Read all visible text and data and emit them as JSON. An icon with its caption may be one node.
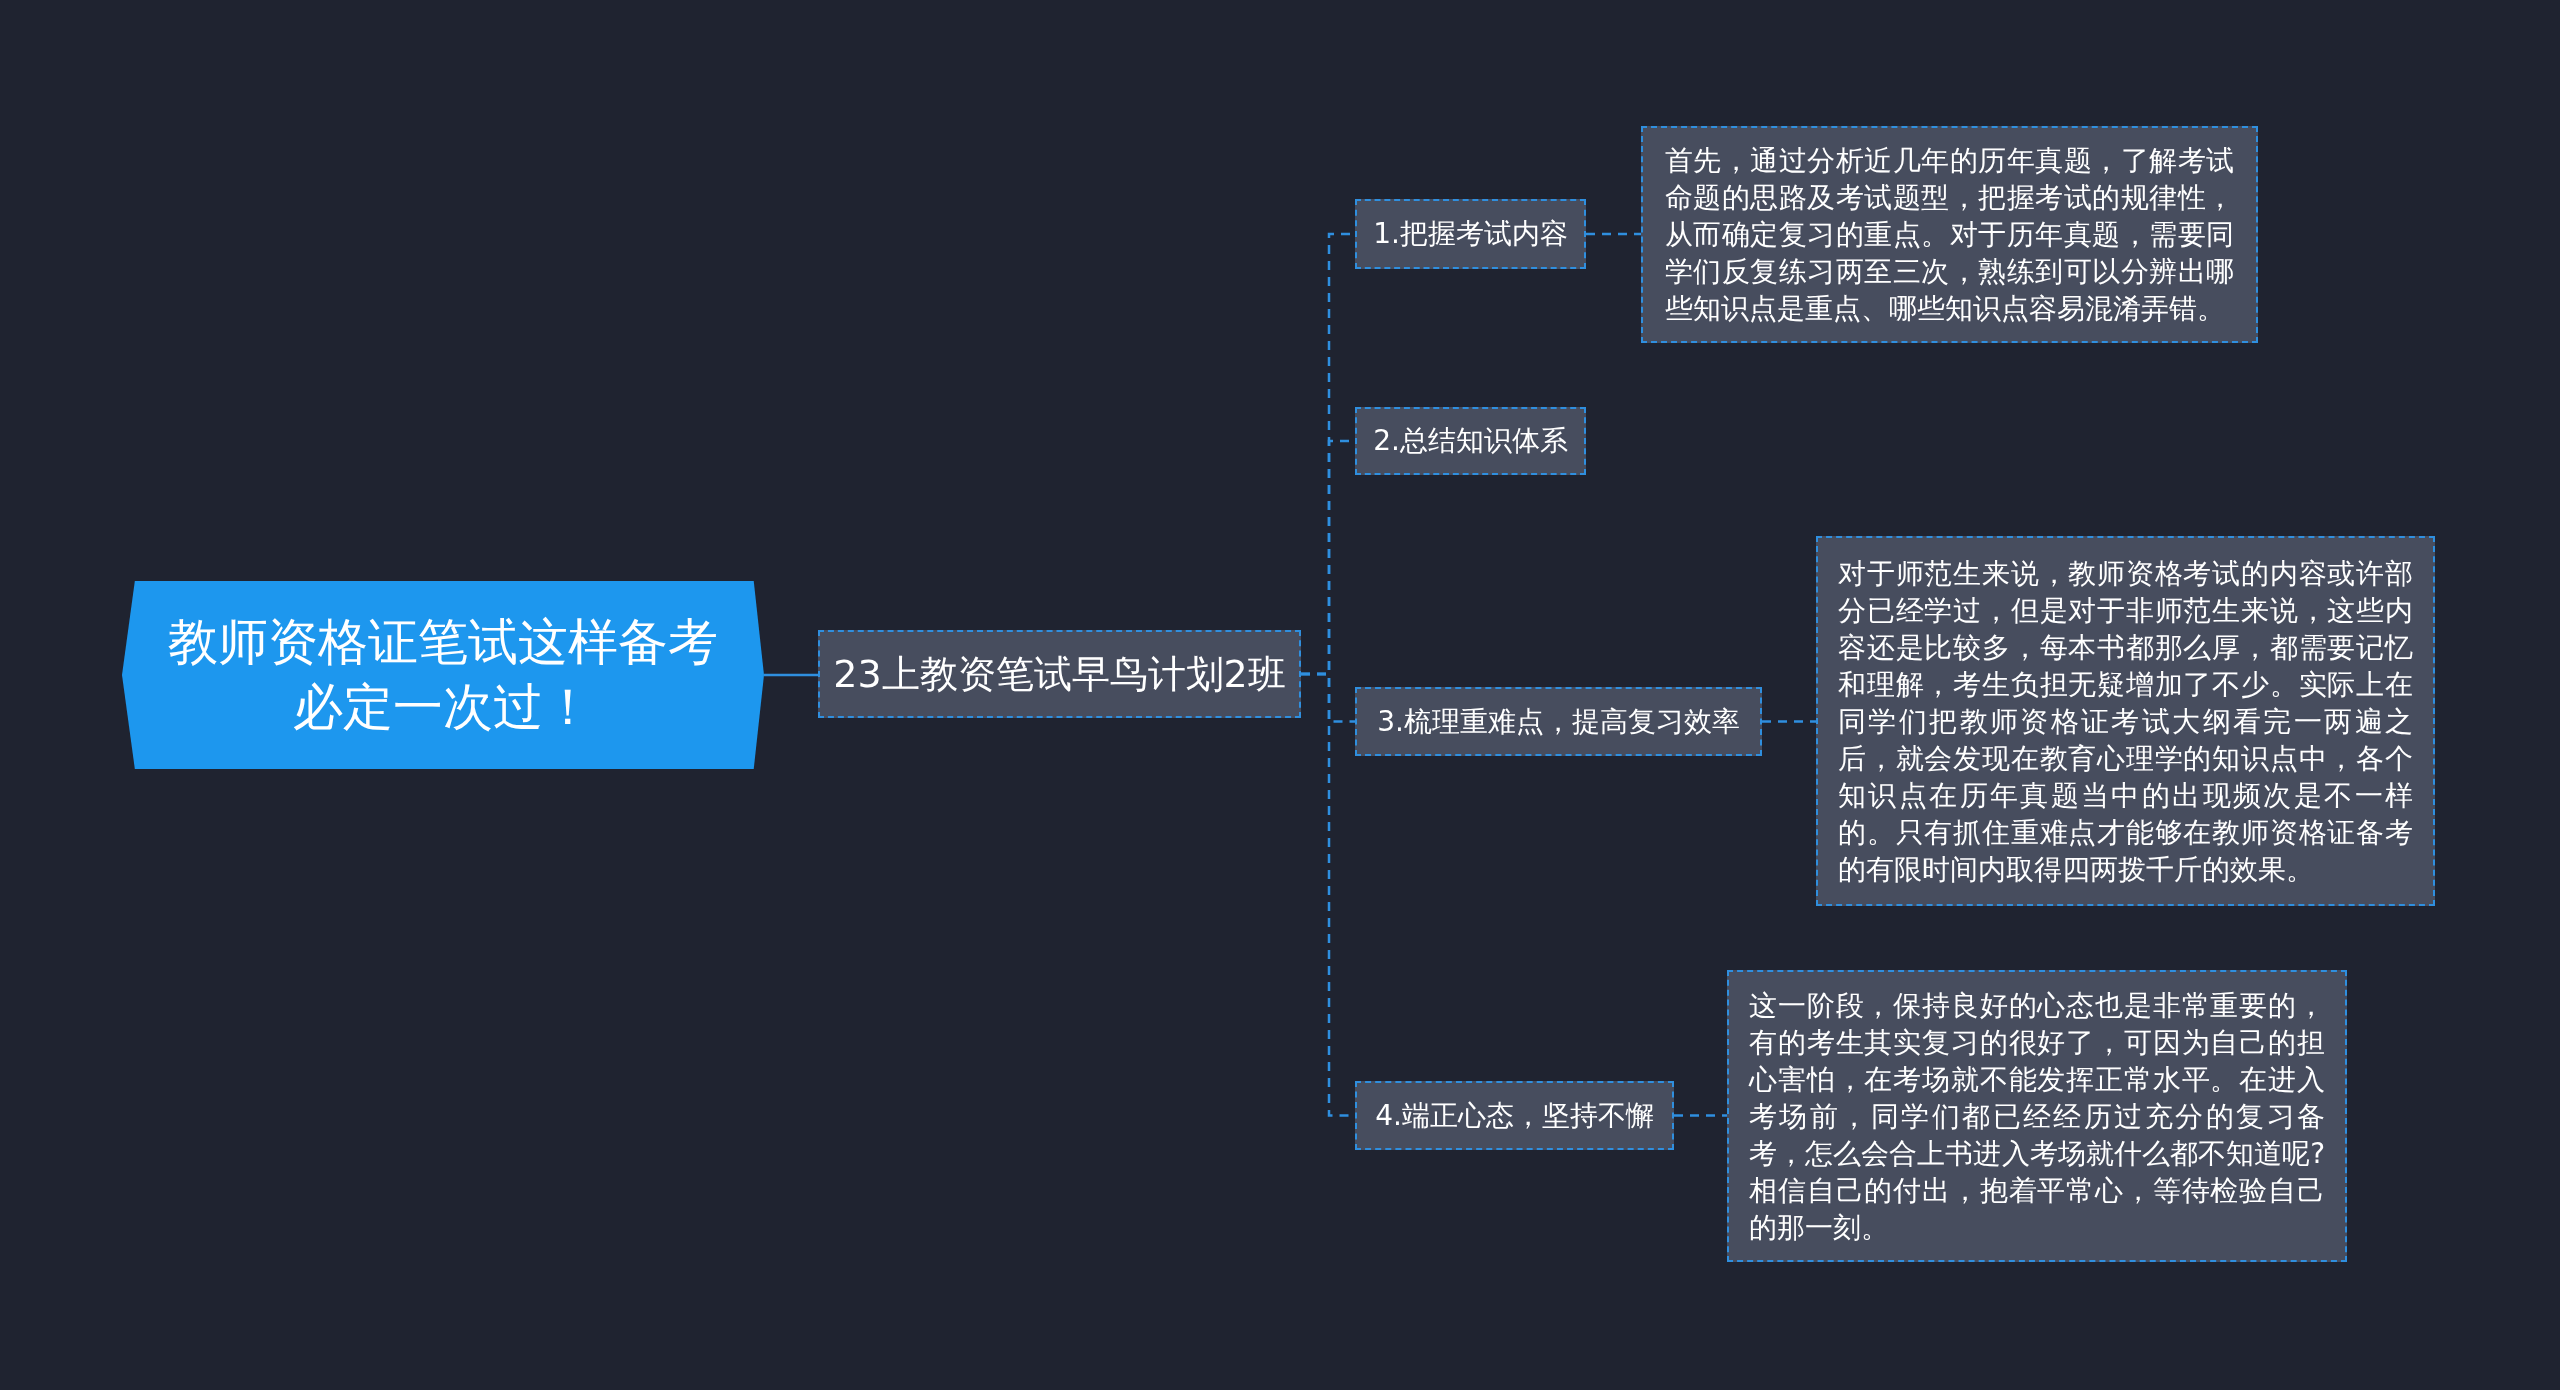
{
  "diagram": {
    "nodes": [
      {
        "text": [
          "教师资格证笔试这样备考必定一次过！"
        ]
      },
      {
        "text": [
          "23上教资笔试早鸟计划2班"
        ]
      },
      {
        "text": [
          "1.把握考试内容"
        ]
      },
      {
        "text": [
          "首先，通过分析近几年的历年真题，了解考试命题的思路及考试题型，把握考试的规律性，从而确定复习的重点。对于历年真题，需要同学们反复练习两至三次，熟练到可以分辨出哪些知识点是重点、哪些知识点容易混淆弄错。"
        ]
      },
      {
        "text": [
          "2.总结知识体系"
        ]
      },
      {
        "text": [
          "3.梳理重难点，提高复习效率"
        ]
      },
      {
        "text": [
          "对于师范生来说，教师资格考试的内容或许部分已经学过，但是对于非师范生来说，这些内容还是比较多，每本书都那么厚，都需要记忆和理解，考生负担无疑增加了不少。实际上在同学们把教师资格证考试大纲看完一两遍之后，就会发现在教育心理学的知识点中，各个知识点在历年真题当中的出现频次是不一样的。只有抓住重难点才能够在教师资格证备考的有限时间内取得四两拨千斤的效果。"
        ]
      },
      {
        "text": [
          "4.端正心态，坚持不懈"
        ]
      },
      {
        "text": [
          "这一阶段，保持良好的心态也是非常重要的，有的考生其实复习的很好了，可因为自己的担心害怕，在考场就不能发挥正常水平。在进入考场前，同学们都已经经历过充分的复习备考，怎么会合上书进入考场就什么都不知道呢?相信自己的付出，抱着平常心，等待检验自己的那一刻。"
        ]
      }
    ],
    "edges": [
      {
        "from": 0,
        "to": 1,
        "arrow": "none"
      },
      {
        "from": 1,
        "to": 2,
        "arrow": "none",
        "style": "dashed"
      },
      {
        "from": 1,
        "to": 4,
        "arrow": "none",
        "style": "dashed"
      },
      {
        "from": 1,
        "to": 5,
        "arrow": "none",
        "style": "dashed"
      },
      {
        "from": 1,
        "to": 7,
        "arrow": "none",
        "style": "dashed"
      },
      {
        "from": 2,
        "to": 3,
        "arrow": "none",
        "style": "dashed"
      },
      {
        "from": 5,
        "to": 6,
        "arrow": "none",
        "style": "dashed"
      },
      {
        "from": 7,
        "to": 8,
        "arrow": "none",
        "style": "dashed"
      }
    ]
  }
}
